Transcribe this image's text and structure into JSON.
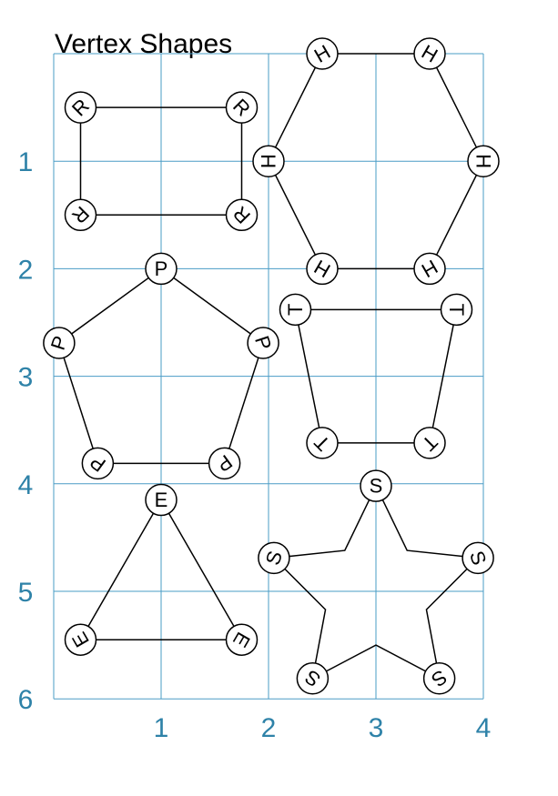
{
  "title": "Vertex Shapes",
  "axis_color": "#2e82a8",
  "grid_color": "#4a9cc6",
  "x_ticks": [
    "1",
    "2",
    "3",
    "4"
  ],
  "y_ticks": [
    "1",
    "2",
    "3",
    "4",
    "5",
    "6"
  ],
  "x_range": [
    0,
    4
  ],
  "y_range": [
    0,
    6
  ],
  "shapes": [
    {
      "name": "rectangle",
      "label": "R",
      "vertices": [
        [
          0.25,
          0.5
        ],
        [
          1.75,
          0.5
        ],
        [
          1.75,
          1.5
        ],
        [
          0.25,
          1.5
        ]
      ],
      "rotations": [
        -45,
        45,
        -135,
        135
      ],
      "edges": "cycle"
    },
    {
      "name": "hexagon",
      "label": "H",
      "vertices": [
        [
          2.5,
          0.0
        ],
        [
          3.5,
          0.0
        ],
        [
          4.0,
          1.0
        ],
        [
          3.5,
          2.0
        ],
        [
          2.5,
          2.0
        ],
        [
          2.0,
          1.0
        ]
      ],
      "rotations": [
        -30,
        30,
        90,
        150,
        -150,
        -90
      ],
      "edges": "cycle"
    },
    {
      "name": "pentagon",
      "label": "P",
      "vertices": [
        [
          1.0,
          2.0
        ],
        [
          1.95,
          2.69
        ],
        [
          1.59,
          3.81
        ],
        [
          0.41,
          3.81
        ],
        [
          0.05,
          2.69
        ]
      ],
      "rotations": [
        0,
        72,
        144,
        -144,
        -72
      ],
      "edges": "cycle"
    },
    {
      "name": "trapezoid",
      "label": "T",
      "vertices": [
        [
          2.25,
          2.38
        ],
        [
          3.75,
          2.38
        ],
        [
          3.5,
          3.62
        ],
        [
          2.5,
          3.62
        ]
      ],
      "rotations": [
        -90,
        90,
        135,
        -135
      ],
      "edges": "cycle"
    },
    {
      "name": "triangle",
      "label": "E",
      "vertices": [
        [
          1.0,
          4.15
        ],
        [
          1.75,
          5.45
        ],
        [
          0.25,
          5.45
        ]
      ],
      "rotations": [
        0,
        120,
        -120
      ],
      "edges": "cycle"
    },
    {
      "name": "star",
      "label": "S",
      "vertices": [
        [
          3.0,
          4.02
        ],
        [
          3.95,
          4.69
        ],
        [
          3.59,
          5.81
        ],
        [
          2.41,
          5.81
        ],
        [
          2.05,
          4.69
        ]
      ],
      "inner": [
        [
          3.29,
          4.62
        ],
        [
          3.47,
          5.17
        ],
        [
          3.0,
          5.5
        ],
        [
          2.53,
          5.17
        ],
        [
          2.71,
          4.62
        ]
      ],
      "rotations": [
        0,
        72,
        144,
        -144,
        -72
      ],
      "edges": "star"
    }
  ]
}
